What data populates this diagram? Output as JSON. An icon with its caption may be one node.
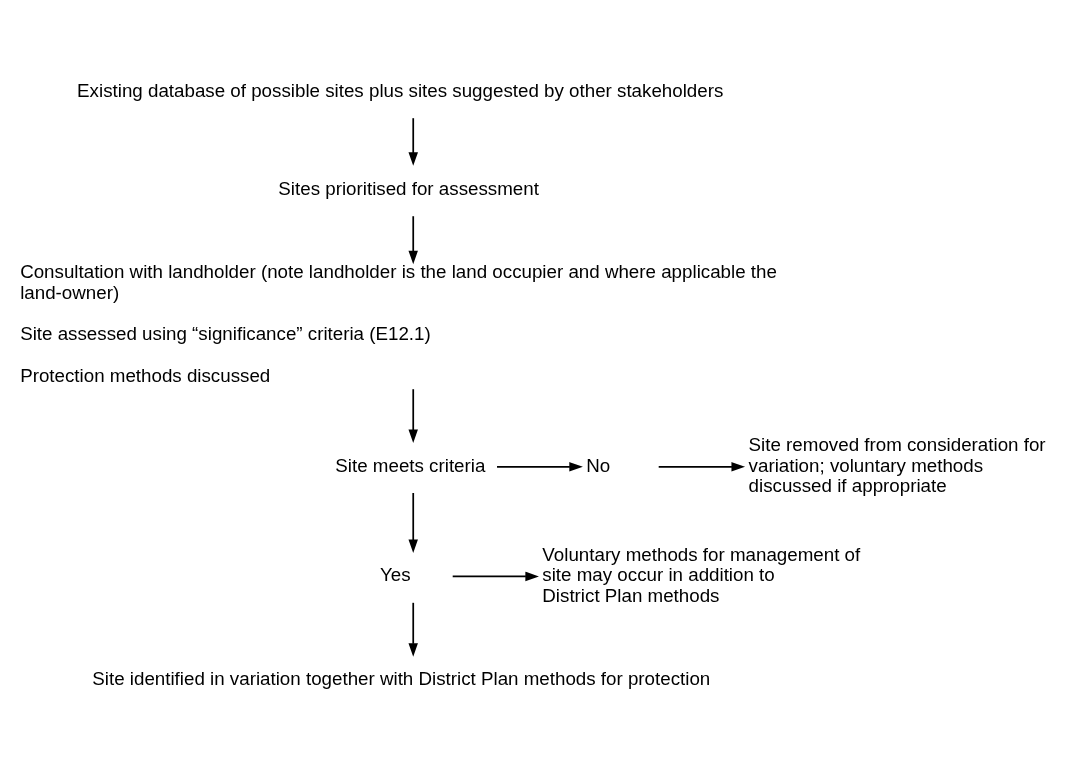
{
  "diagram": {
    "nodes": [
      {
        "text": [
          "Existing database of possible sites plus sites suggested by other stakeholders"
        ]
      },
      {
        "text": [
          "Sites prioritised for assessment"
        ]
      },
      {
        "text": [
          "Consultation with landholder (note landholder is the land occupier and where applicable the land-owner)",
          "Site assessed using “significance” criteria (E12.1)",
          "Protection methods discussed"
        ]
      },
      {
        "text": [
          "Site meets criteria"
        ]
      },
      {
        "text": [
          "No"
        ]
      },
      {
        "text": [
          "Site removed from consideration for variation; voluntary methods discussed if appropriate"
        ]
      },
      {
        "text": [
          "Yes"
        ]
      },
      {
        "text": [
          "Voluntary methods for management of site may occur in addition to District Plan methods"
        ]
      },
      {
        "text": [
          "Site identified in variation together with District Plan methods for protection"
        ]
      }
    ],
    "edges": [
      {
        "from": 0,
        "to": 1,
        "arrow": "to"
      },
      {
        "from": 1,
        "to": 2,
        "arrow": "to"
      },
      {
        "from": 2,
        "to": 3,
        "arrow": "to"
      },
      {
        "from": 3,
        "to": 4,
        "arrow": "to"
      },
      {
        "from": 4,
        "to": 5,
        "arrow": "to"
      },
      {
        "from": 3,
        "to": 6,
        "arrow": "to"
      },
      {
        "from": 6,
        "to": 7,
        "arrow": "to"
      },
      {
        "from": 6,
        "to": 8,
        "arrow": "to"
      }
    ]
  }
}
